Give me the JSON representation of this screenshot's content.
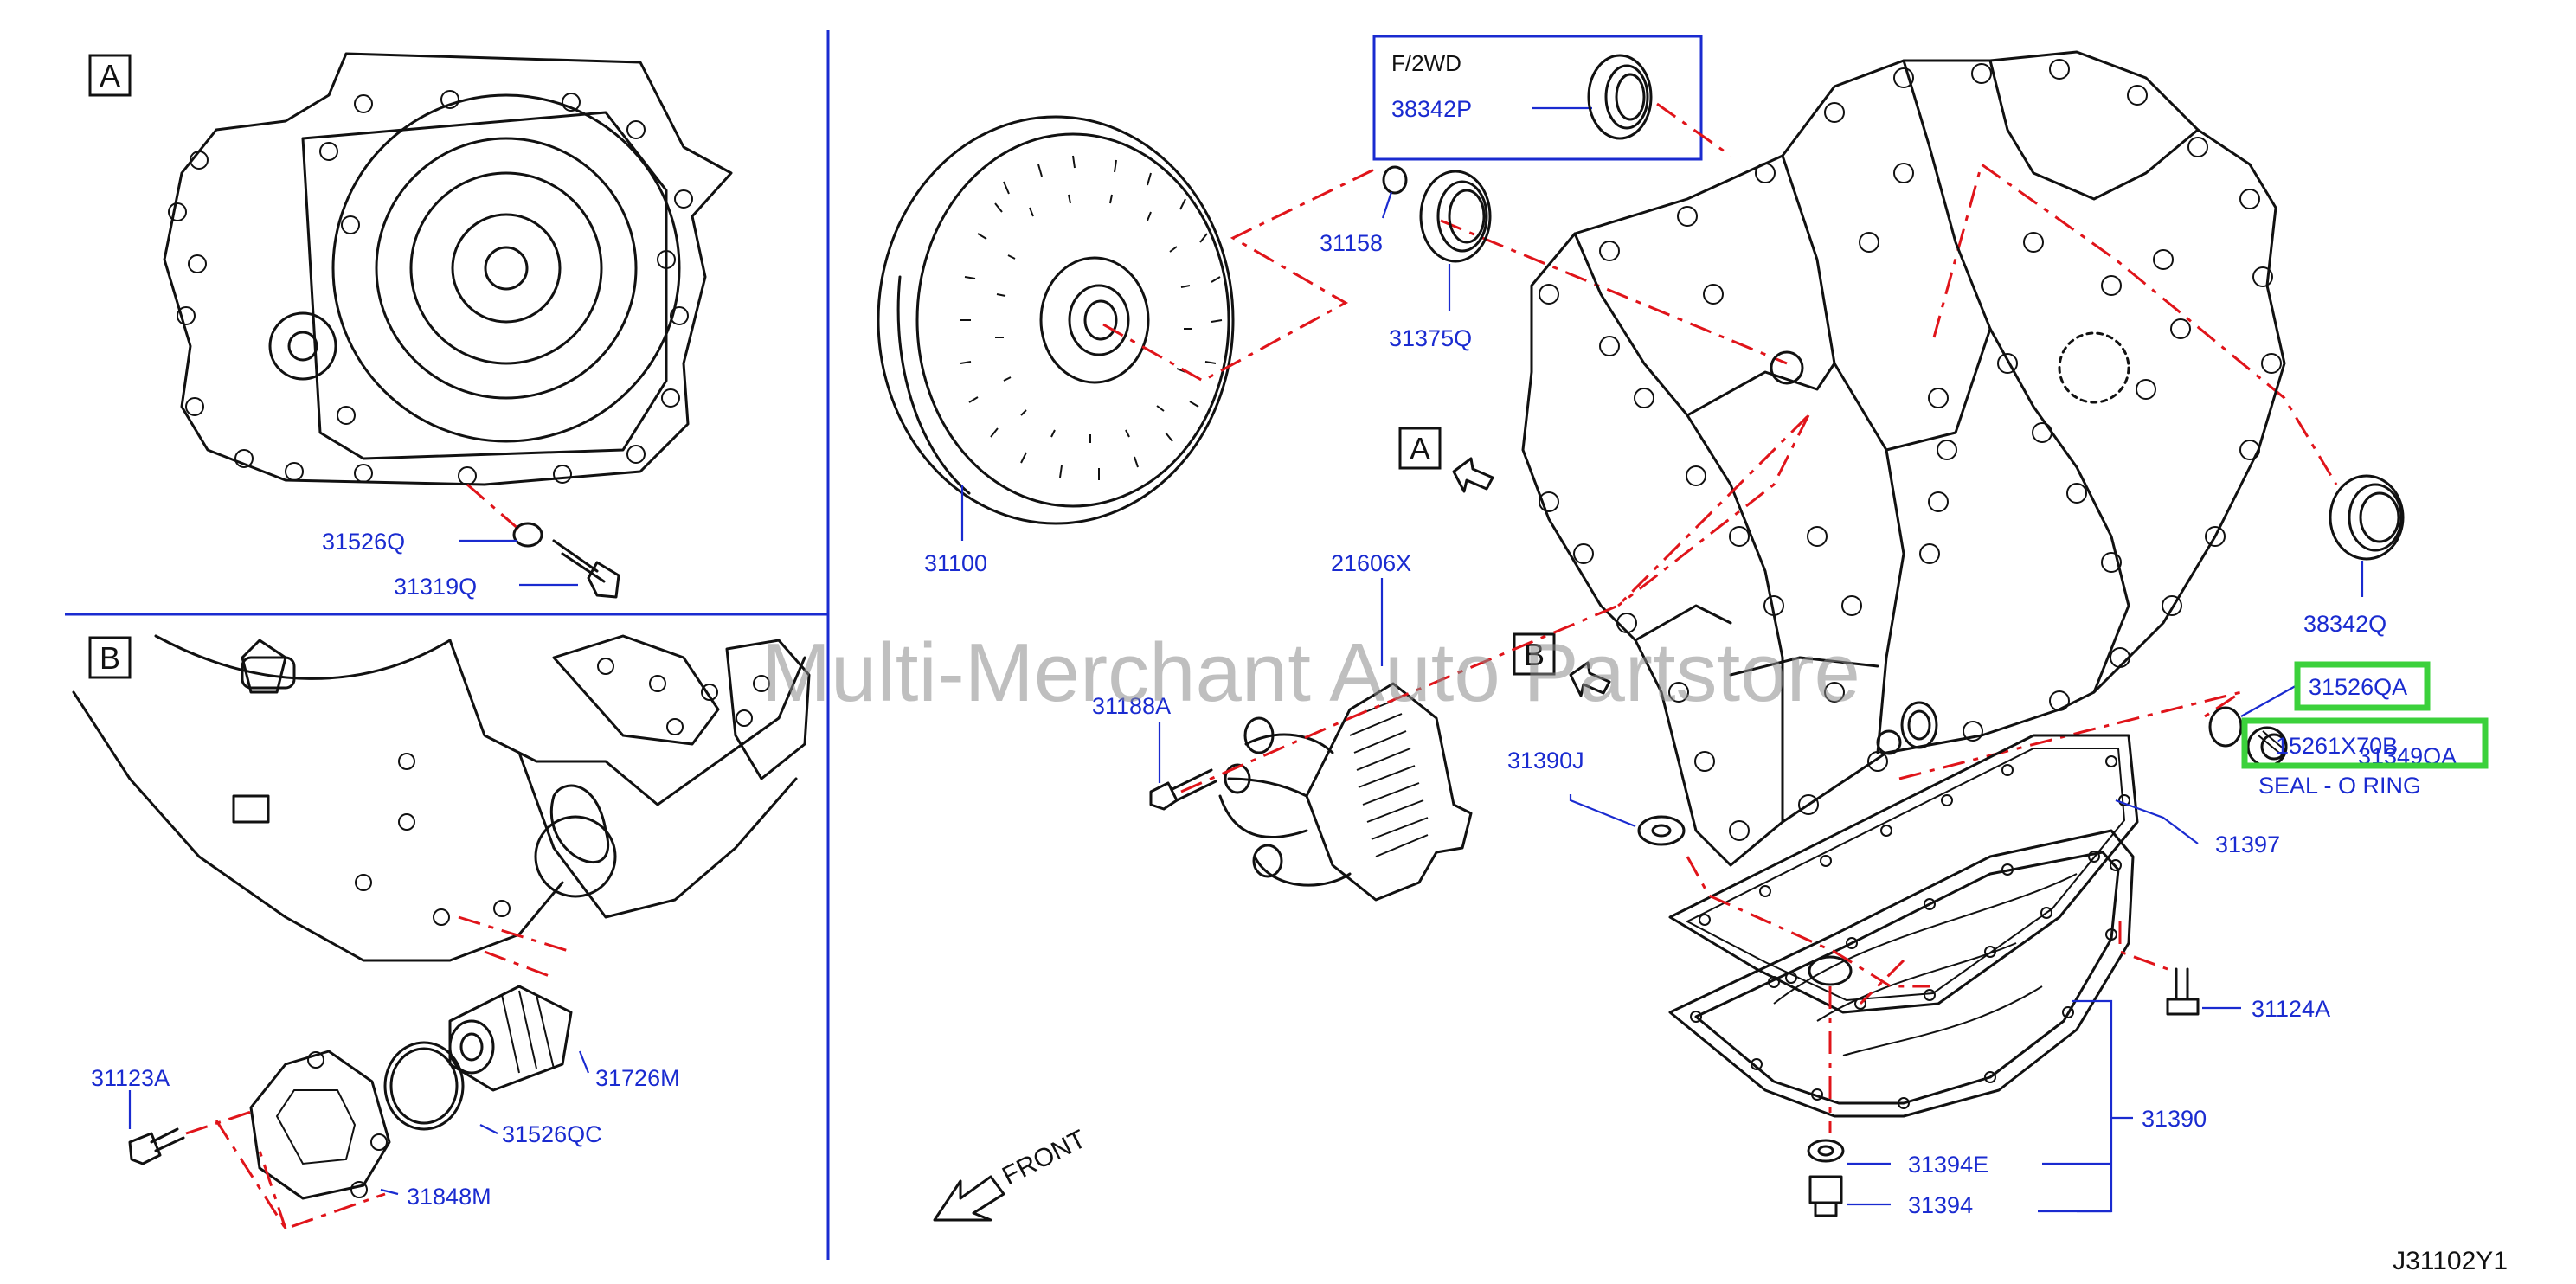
{
  "watermark": "Multi-Merchant Auto Partstore",
  "diagram_id": "J31102Y1",
  "panel_labels": {
    "a": "A",
    "b": "B"
  },
  "inset": {
    "title": "F/2WD",
    "part": "38342P"
  },
  "front_label": "FRONT",
  "parts": {
    "p31526Q": "31526Q",
    "p31319Q": "31319Q",
    "p31100": "31100",
    "p31158": "31158",
    "p31375Q": "31375Q",
    "p38342Q": "38342Q",
    "p21606X": "21606X",
    "p31188A": "31188A",
    "p31390J": "31390J",
    "p31397": "31397",
    "p31124A": "31124A",
    "p31390": "31390",
    "p31394E": "31394E",
    "p31394": "31394",
    "p31123A": "31123A",
    "p31726M": "31726M",
    "p31526QC": "31526QC",
    "p31848M": "31848M",
    "p31526QA": "31526QA",
    "p31349QA": "31349QA"
  },
  "highlight": {
    "part_number": "15261X70B",
    "description": "SEAL - O RING"
  },
  "colors": {
    "label_blue": "#1a2bd0",
    "dash_red": "#e0141a",
    "highlight_green": "#3bd13b",
    "line_black": "#111111"
  }
}
